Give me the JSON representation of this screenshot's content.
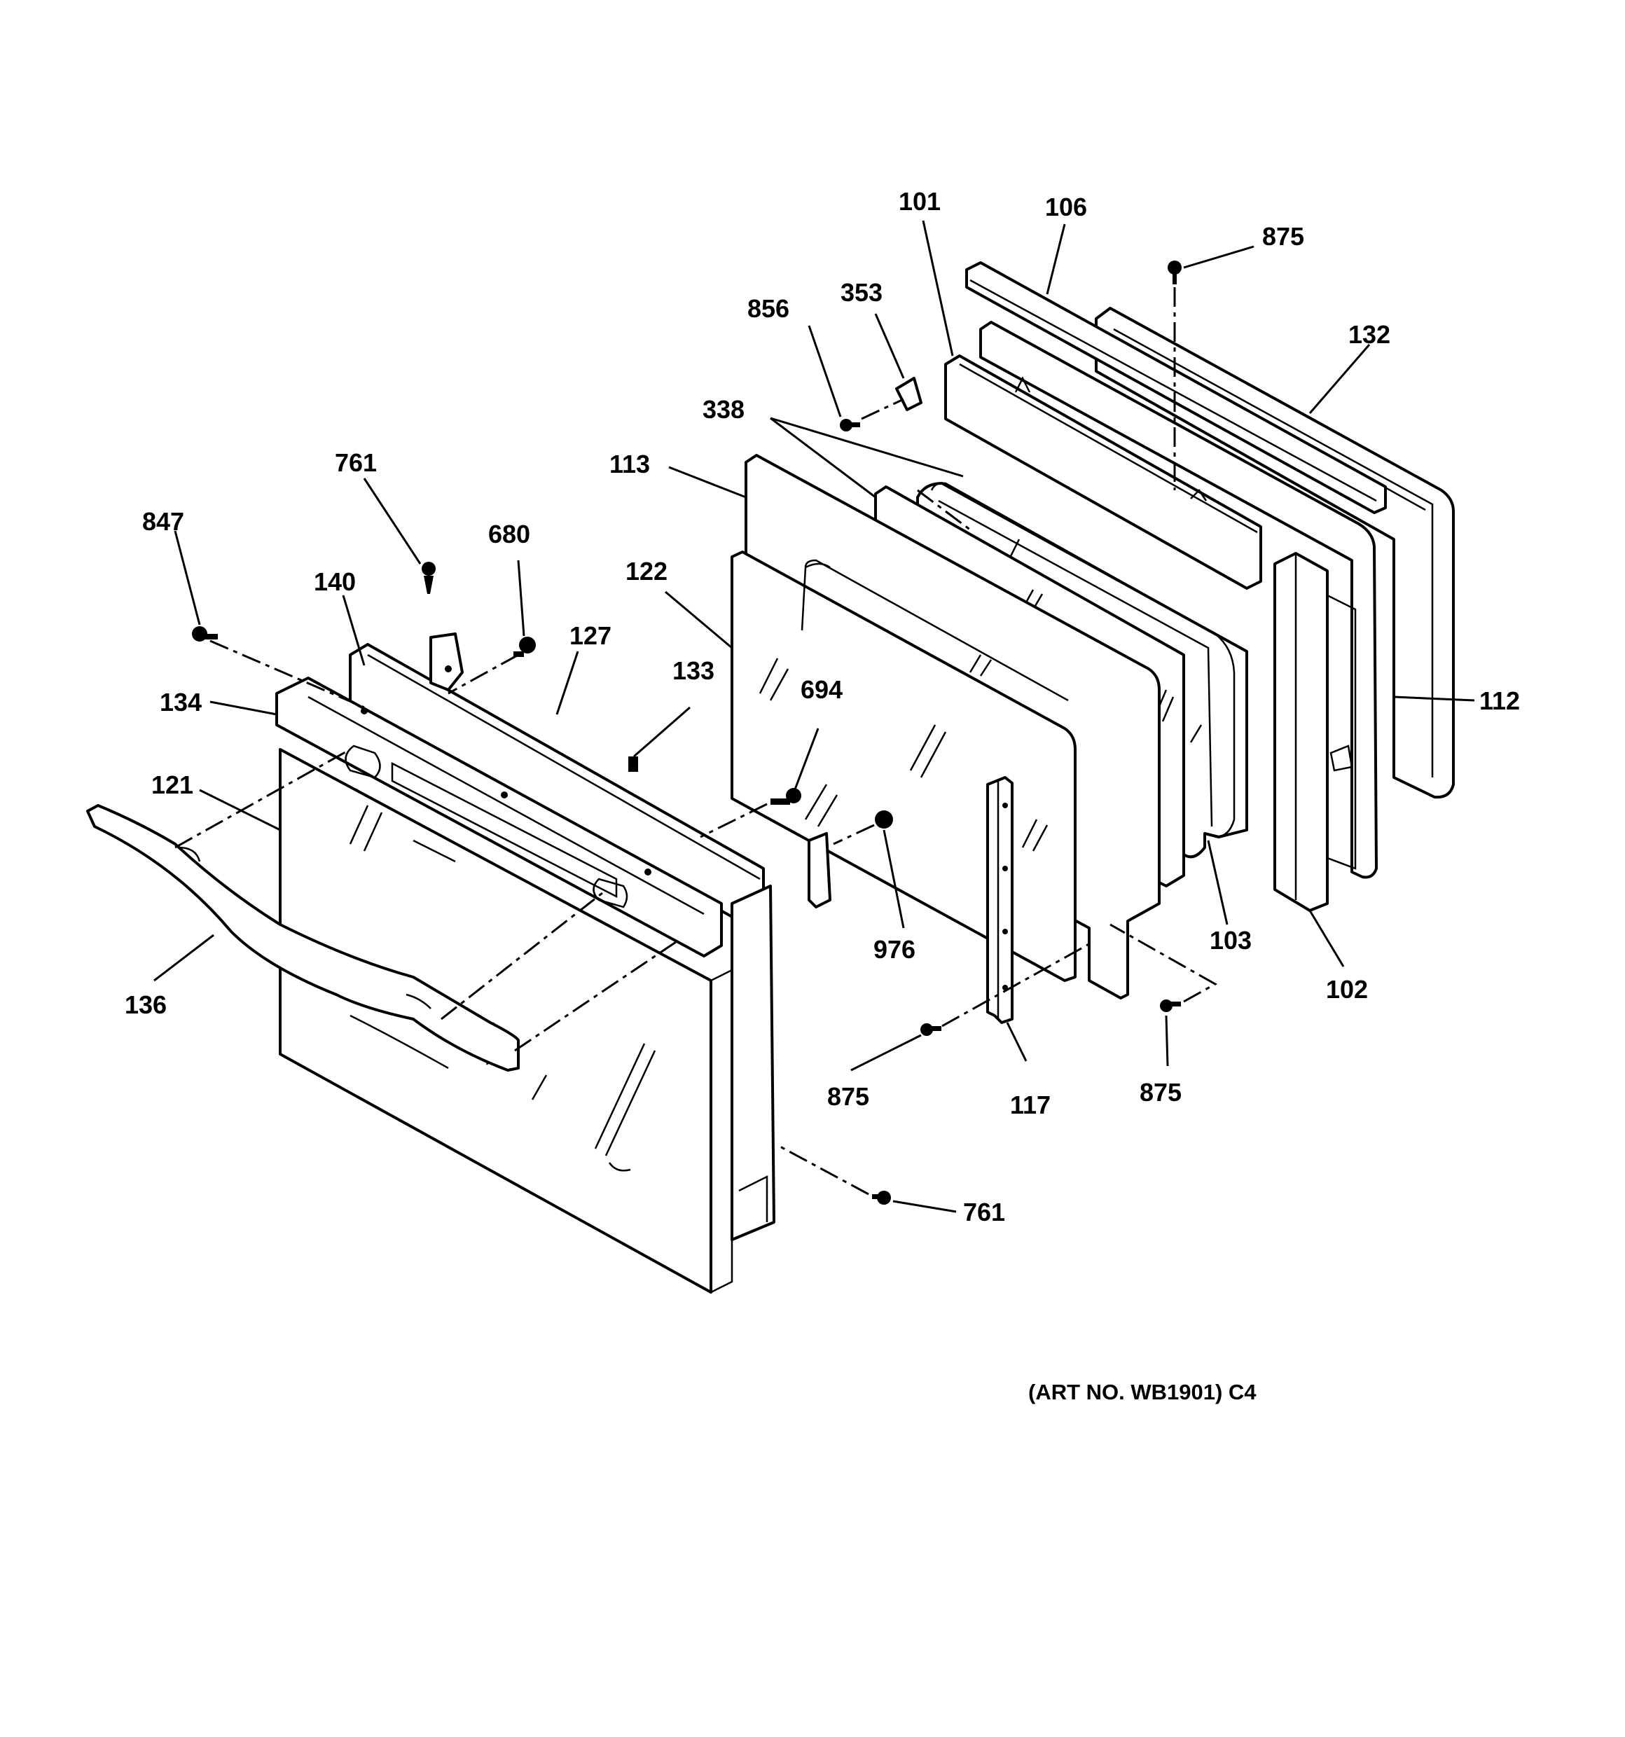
{
  "art_number": "(ART NO. WB1901) C4",
  "callouts": [
    {
      "id": "101",
      "text": "101"
    },
    {
      "id": "106",
      "text": "106"
    },
    {
      "id": "875a",
      "text": "875"
    },
    {
      "id": "856",
      "text": "856"
    },
    {
      "id": "353",
      "text": "353"
    },
    {
      "id": "132",
      "text": "132"
    },
    {
      "id": "338",
      "text": "338"
    },
    {
      "id": "113",
      "text": "113"
    },
    {
      "id": "761a",
      "text": "761"
    },
    {
      "id": "847",
      "text": "847"
    },
    {
      "id": "680",
      "text": "680"
    },
    {
      "id": "140",
      "text": "140"
    },
    {
      "id": "122",
      "text": "122"
    },
    {
      "id": "127",
      "text": "127"
    },
    {
      "id": "133",
      "text": "133"
    },
    {
      "id": "134",
      "text": "134"
    },
    {
      "id": "694",
      "text": "694"
    },
    {
      "id": "112",
      "text": "112"
    },
    {
      "id": "121",
      "text": "121"
    },
    {
      "id": "976",
      "text": "976"
    },
    {
      "id": "103",
      "text": "103"
    },
    {
      "id": "102",
      "text": "102"
    },
    {
      "id": "136",
      "text": "136"
    },
    {
      "id": "875b",
      "text": "875"
    },
    {
      "id": "117",
      "text": "117"
    },
    {
      "id": "875c",
      "text": "875"
    },
    {
      "id": "761b",
      "text": "761"
    }
  ]
}
